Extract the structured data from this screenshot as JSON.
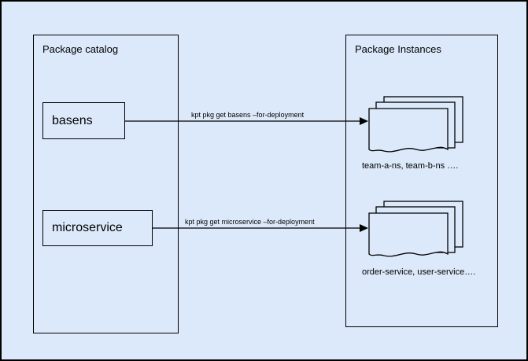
{
  "diagram": {
    "colors": {
      "background": "#dce9fb",
      "stroke": "#000000"
    },
    "catalog": {
      "title": "Package catalog",
      "items": [
        {
          "label": "basens"
        },
        {
          "label": "microservice"
        }
      ]
    },
    "instances": {
      "title": "Package Instances",
      "stacks": [
        {
          "label": "team-a-ns, team-b-ns …."
        },
        {
          "label": "order-service, user-service…."
        }
      ]
    },
    "arrows": [
      {
        "label": "kpt pkg get basens –for-deployment"
      },
      {
        "label": "kpt pkg get microservice –for-deployment"
      }
    ]
  }
}
